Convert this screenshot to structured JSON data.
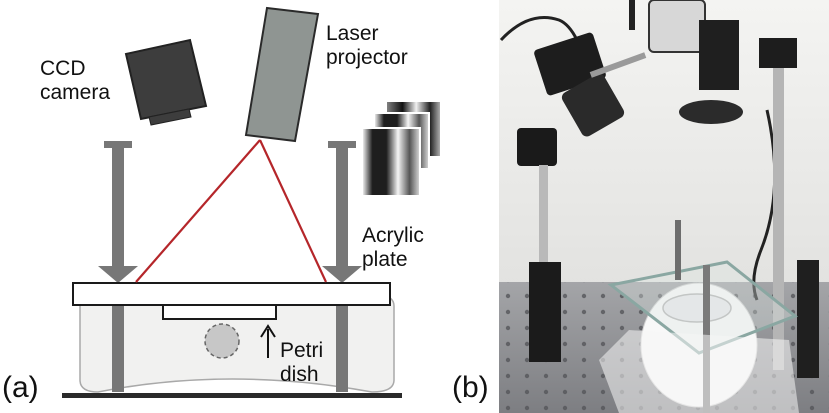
{
  "labels": {
    "ccd_camera": [
      "CCD",
      "camera"
    ],
    "laser_projector": [
      "Laser",
      "projector"
    ],
    "acrylic_plate": [
      "Acrylic",
      "plate"
    ],
    "petri_dish": [
      "Petri",
      "dish"
    ],
    "panel_a": "(a)",
    "panel_b": "(b)"
  },
  "colors": {
    "laser_beam": "#b5262a",
    "post": "#777777",
    "camera_body": "#3d3d3d",
    "projector_body": "#8f9592",
    "photo_background": "#ececea",
    "optical_table": "#8e8f93"
  }
}
